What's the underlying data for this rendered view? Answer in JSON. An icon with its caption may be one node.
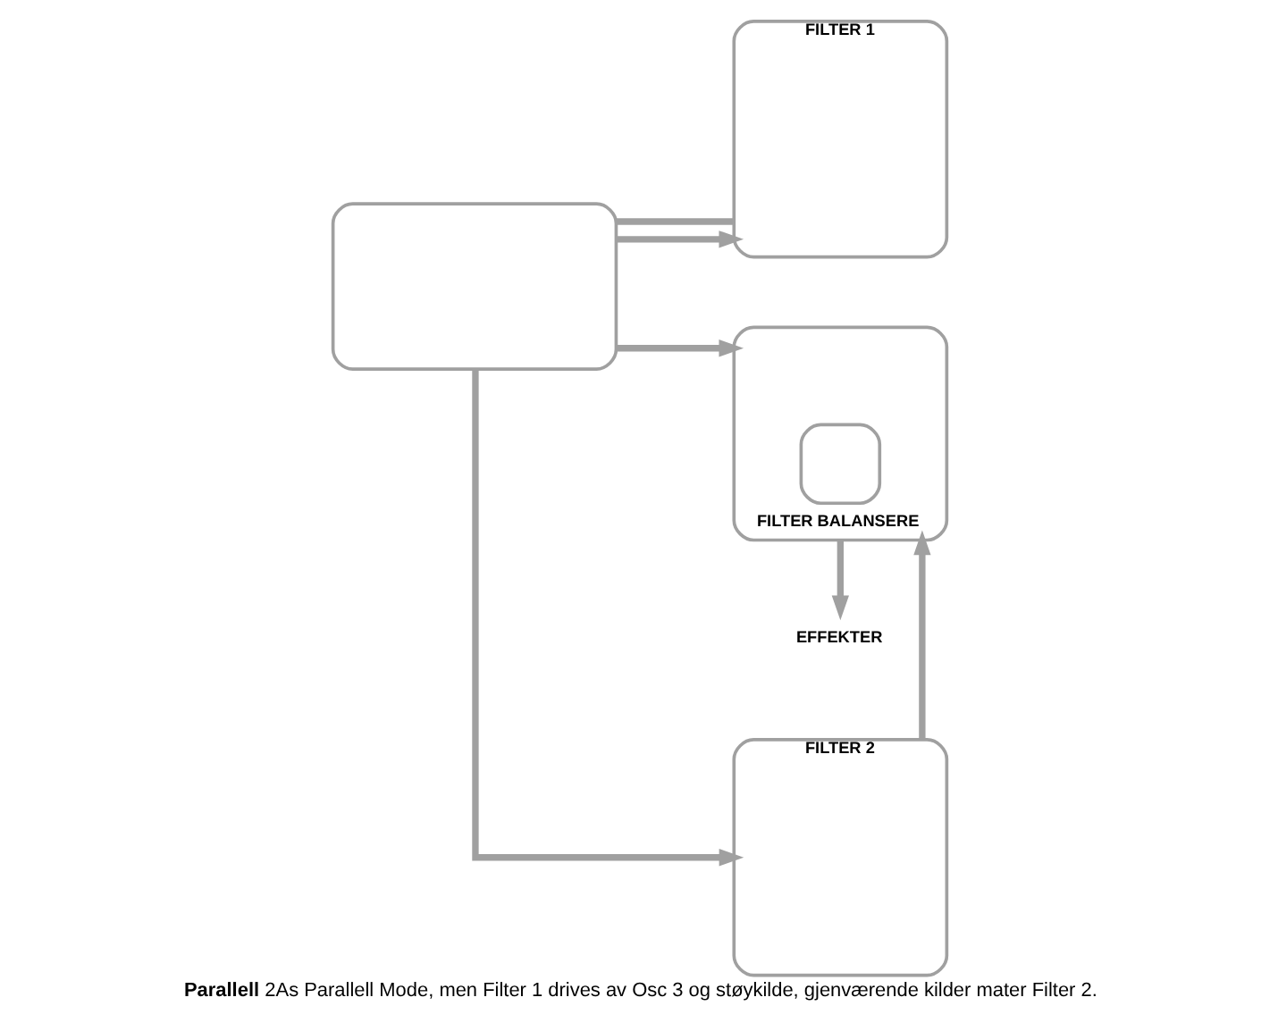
{
  "diagram": {
    "caption": "**Parallell** 2As Parallell Mode, men Filter 1 drives av Osc 3 og støykilde, gjenværende kilder mater Filter 2.",
    "nodes": [
      {
        "text": [],
        "shape": "box"
      },
      {
        "text": [
          "FILTER 1"
        ]
      },
      {
        "text": [
          "FILTER BALANSERE"
        ]
      },
      {
        "text": [
          "FILTER 2"
        ]
      },
      {
        "text": [
          "EFFEKTER"
        ]
      }
    ],
    "edges": [
      {
        "from": 0,
        "to": 1,
        "arrow": "to"
      },
      {
        "from": 0,
        "to": 1,
        "arrow": "none"
      },
      {
        "from": 0,
        "to": 2,
        "arrow": "to"
      },
      {
        "from": 0,
        "to": 3,
        "arrow": "to"
      },
      {
        "from": 3,
        "to": 2,
        "arrow": "to"
      },
      {
        "from": 2,
        "to": 4,
        "arrow": "to"
      }
    ]
  }
}
